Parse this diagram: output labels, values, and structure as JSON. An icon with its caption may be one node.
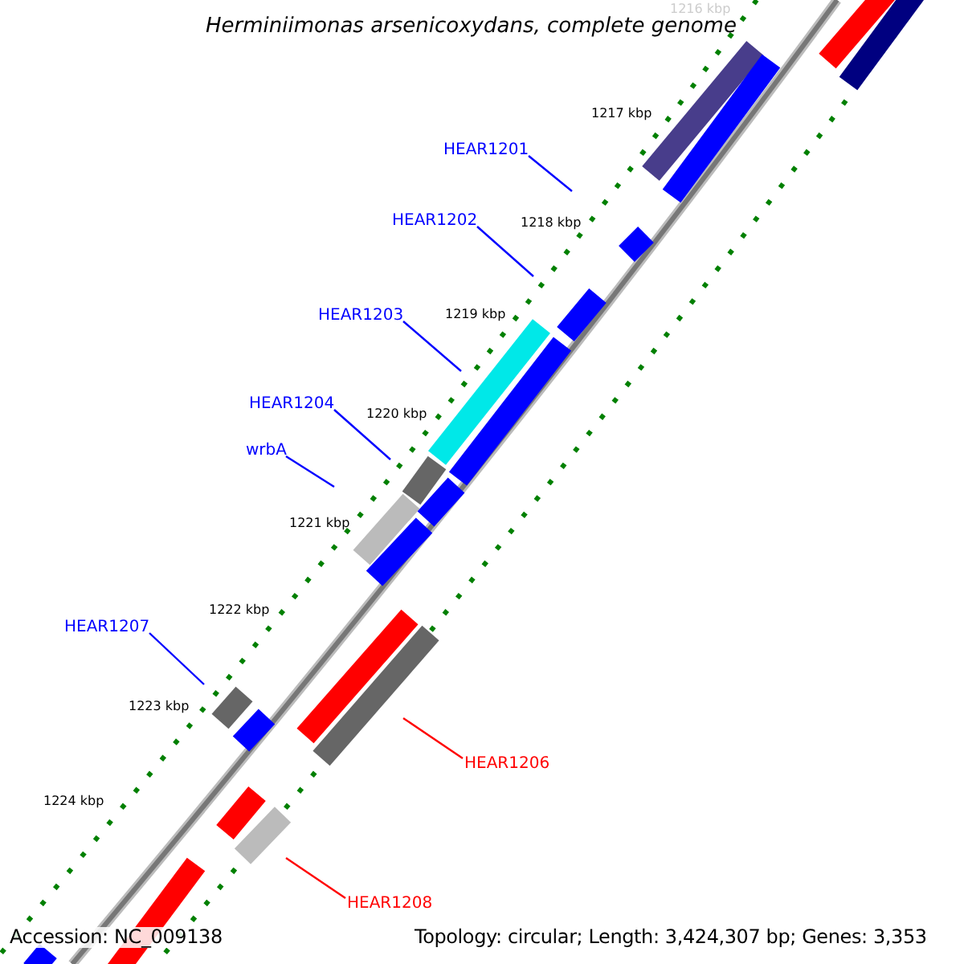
{
  "diagram": {
    "title": "Herminiimonas arsenicoxydans, complete genome",
    "nodes": [
      {
        "text": [
          "HEAR1201"
        ]
      },
      {
        "text": [
          "HEAR1202"
        ]
      },
      {
        "text": [
          "HEAR1203"
        ]
      },
      {
        "text": [
          "HEAR1204"
        ]
      },
      {
        "text": [
          "wrbA"
        ]
      },
      {
        "text": [
          "HEAR1207"
        ]
      },
      {
        "text": [
          "HEAR1206"
        ]
      },
      {
        "text": [
          "HEAR1208"
        ]
      }
    ],
    "edges": [
      {
        "from": 0,
        "to": null,
        "arrow": "none"
      },
      {
        "from": 1,
        "to": null,
        "arrow": "none"
      },
      {
        "from": 2,
        "to": null,
        "arrow": "none"
      },
      {
        "from": 3,
        "to": null,
        "arrow": "none"
      },
      {
        "from": 4,
        "to": null,
        "arrow": "none"
      },
      {
        "from": 5,
        "to": null,
        "arrow": "none"
      },
      {
        "from": 6,
        "to": null,
        "arrow": "none",
        "color": "#ff0000"
      },
      {
        "from": 7,
        "to": null,
        "arrow": "none",
        "color": "#ff0000"
      }
    ],
    "labels": [
      "1216 kbp",
      "1217 kbp",
      "1218 kbp",
      "1219 kbp",
      "1220 kbp",
      "1221 kbp",
      "1222 kbp",
      "1223 kbp",
      "1224 kbp",
      "Accession: NC_009138",
      "Topology: circular; Length: 3,424,307 bp; Genes: 3,353"
    ]
  }
}
